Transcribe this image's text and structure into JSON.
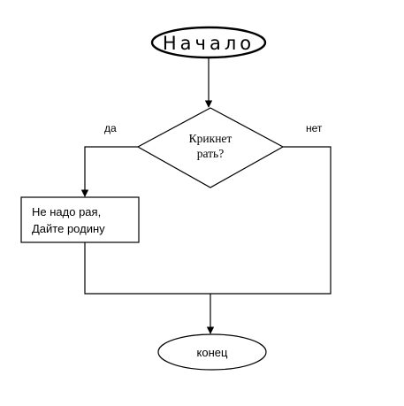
{
  "diagram": {
    "start": {
      "label": "Начало"
    },
    "decision": {
      "line1": "Крикнет",
      "line2": "рать?"
    },
    "branch_yes": {
      "label": "да"
    },
    "branch_no": {
      "label": "нет"
    },
    "process": {
      "line1": "Не надо рая,",
      "line2": "Дайте родину"
    },
    "end": {
      "label": "конец"
    }
  }
}
